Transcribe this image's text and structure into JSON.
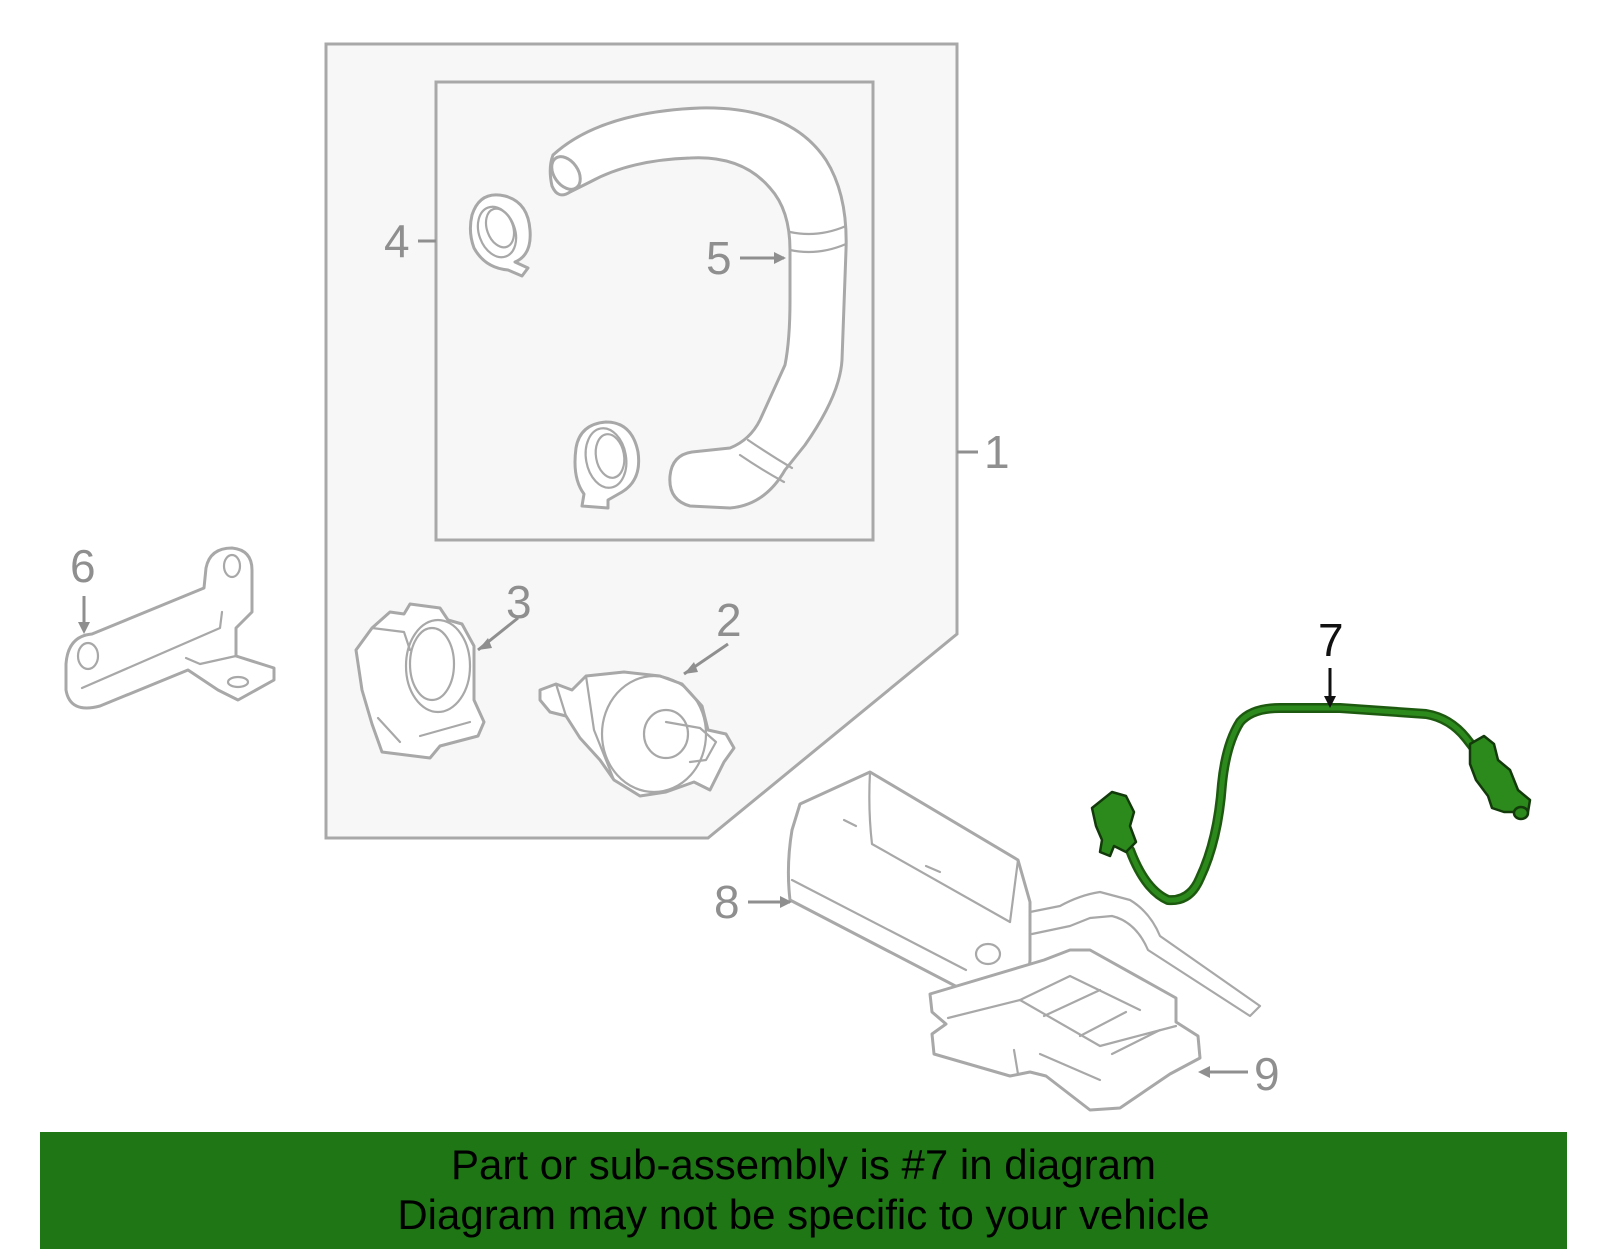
{
  "callouts": [
    {
      "id": "1",
      "text": "1"
    },
    {
      "id": "2",
      "text": "2"
    },
    {
      "id": "3",
      "text": "3"
    },
    {
      "id": "4",
      "text": "4"
    },
    {
      "id": "5",
      "text": "5"
    },
    {
      "id": "6",
      "text": "6"
    },
    {
      "id": "7",
      "text": "7"
    },
    {
      "id": "8",
      "text": "8"
    },
    {
      "id": "9",
      "text": "9"
    }
  ],
  "highlight": {
    "part_number": "7",
    "color": "#1e7615"
  },
  "colors": {
    "outline": "#a8a8a8",
    "label": "#8f8f8f",
    "highlight_part": "#2c8a1c",
    "caption_bg": "#1e7615"
  },
  "caption": {
    "line1": "Part or sub-assembly is #7 in diagram",
    "line2": "Diagram may not be specific to your vehicle"
  }
}
